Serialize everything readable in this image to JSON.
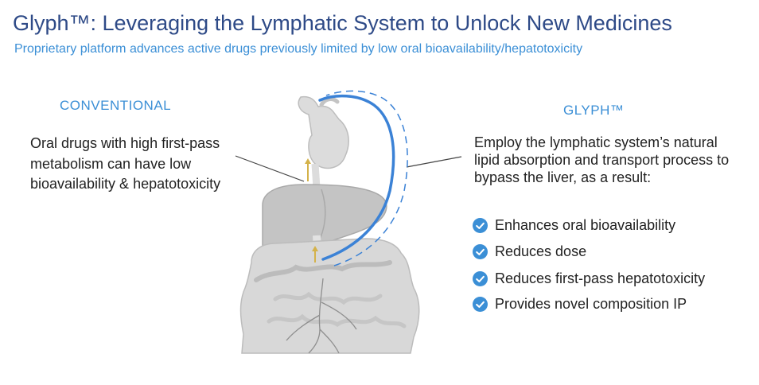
{
  "header": {
    "title": "Glyph™: Leveraging the Lymphatic System to Unlock New Medicines",
    "subtitle": "Proprietary platform advances active drugs previously limited by low oral bioavailability/hepatotoxicity"
  },
  "conventional": {
    "heading": "CONVENTIONAL",
    "description": "Oral drugs with high first-pass metabolism can have low bioavailability & hepatotoxicity"
  },
  "glyph": {
    "heading": "GLYPH™",
    "description": "Employ the lymphatic system’s natural lipid absorption and transport process to bypass the liver, as a result:",
    "benefits": [
      "Enhances oral bioavailability",
      "Reduces dose",
      "Reduces first-pass hepatotoxicity",
      "Provides novel composition IP"
    ]
  },
  "colors": {
    "title": "#2e4a87",
    "accent": "#3b8fd6",
    "lymphatic_path": "#3b82d6",
    "organs": "#c8c8c8",
    "drug_arrow": "#d4b24a"
  },
  "icons": {
    "benefit_bullet": "check-circle-icon"
  }
}
